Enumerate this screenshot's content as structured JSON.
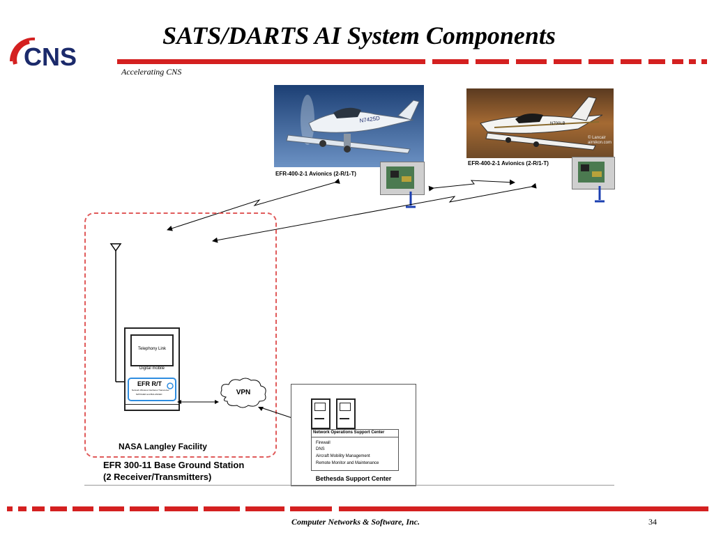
{
  "header": {
    "logo_text": "CNS",
    "title": "SATS/DARTS AI System Components",
    "tagline": "Accelerating CNS"
  },
  "aircraft": [
    {
      "label": "EFR-400-2-1 Avionics (2-R/1-T)",
      "tail": "N7425D"
    },
    {
      "label": "EFR-400-2-1 Avionics (2-R/1-T)",
      "tail": "N700LB",
      "credit": "© Lancair\nairnikon.com"
    }
  ],
  "facility": {
    "name": "NASA Langley Facility",
    "station": "EFR 300-11 Base Ground Station",
    "station_sub": "(2 Receiver/Transmitters)",
    "screen_text": "Telephony Link",
    "panel_text": "Digital mobile",
    "efr_label": "EFR R/T",
    "efr_sub1": "Network Wireless Interfaces Transceiver",
    "efr_sub2": "MATCHED and BALANCED"
  },
  "vpn": {
    "label": "VPN"
  },
  "support": {
    "nosc_title": "Network Operations Support Center",
    "nosc_items": [
      "Firewall",
      "DNS",
      "Aircraft Mobility Management",
      "Remote Monitor and Maintenance"
    ],
    "center_name": "Bethesda Support Center"
  },
  "footer": {
    "company": "Computer Networks & Software, Inc.",
    "page": "34"
  },
  "colors": {
    "brand_red": "#d42020",
    "brand_navy": "#1b2a6b",
    "dash_frame": "#e05a5a",
    "highlight": "#2e8de0"
  }
}
